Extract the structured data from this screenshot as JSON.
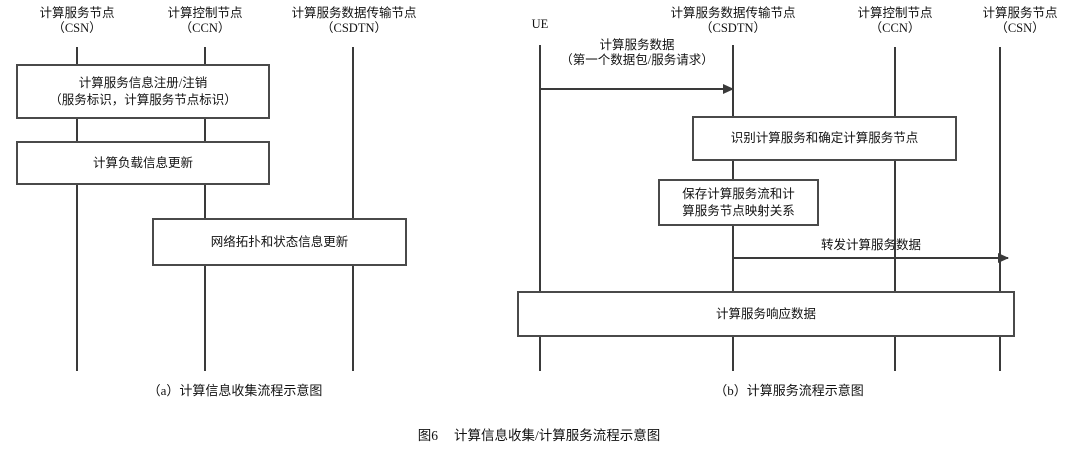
{
  "figure": {
    "number": "图6",
    "title": "计算信息收集/计算服务流程示意图"
  },
  "panel_a": {
    "caption": "（a）计算信息收集流程示意图",
    "actors": [
      {
        "name": "计算服务节点",
        "abbr": "（CSN）"
      },
      {
        "name": "计算控制节点",
        "abbr": "（CCN）"
      },
      {
        "name": "计算服务数据传输节点",
        "abbr": "（CSDTN）"
      }
    ],
    "messages": [
      {
        "line1": "计算服务信息注册/注销",
        "line2": "（服务标识，计算服务节点标识）"
      },
      {
        "line1": "计算负载信息更新",
        "line2": ""
      },
      {
        "line1": "网络拓扑和状态信息更新",
        "line2": ""
      }
    ]
  },
  "panel_b": {
    "caption": "（b）计算服务流程示意图",
    "actors": [
      {
        "name": "UE",
        "abbr": ""
      },
      {
        "name": "计算服务数据传输节点",
        "abbr": "（CSDTN）"
      },
      {
        "name": "计算控制节点",
        "abbr": "（CCN）"
      },
      {
        "name": "计算服务节点",
        "abbr": "（CSN）"
      }
    ],
    "arrows": [
      {
        "line1": "计算服务数据",
        "line2": "（第一个数据包/服务请求）"
      },
      {
        "line1": "转发计算服务数据",
        "line2": ""
      }
    ],
    "boxes": [
      {
        "line1": "识别计算服务和确定计算服务节点",
        "line2": ""
      },
      {
        "line1": "保存计算服务流和计",
        "line2": "算服务节点映射关系"
      },
      {
        "line1": "计算服务响应数据",
        "line2": ""
      }
    ]
  },
  "colors": {
    "line": "#3a3a3a",
    "box_border": "#4a4a4a",
    "text": "#111111",
    "background": "#ffffff"
  }
}
